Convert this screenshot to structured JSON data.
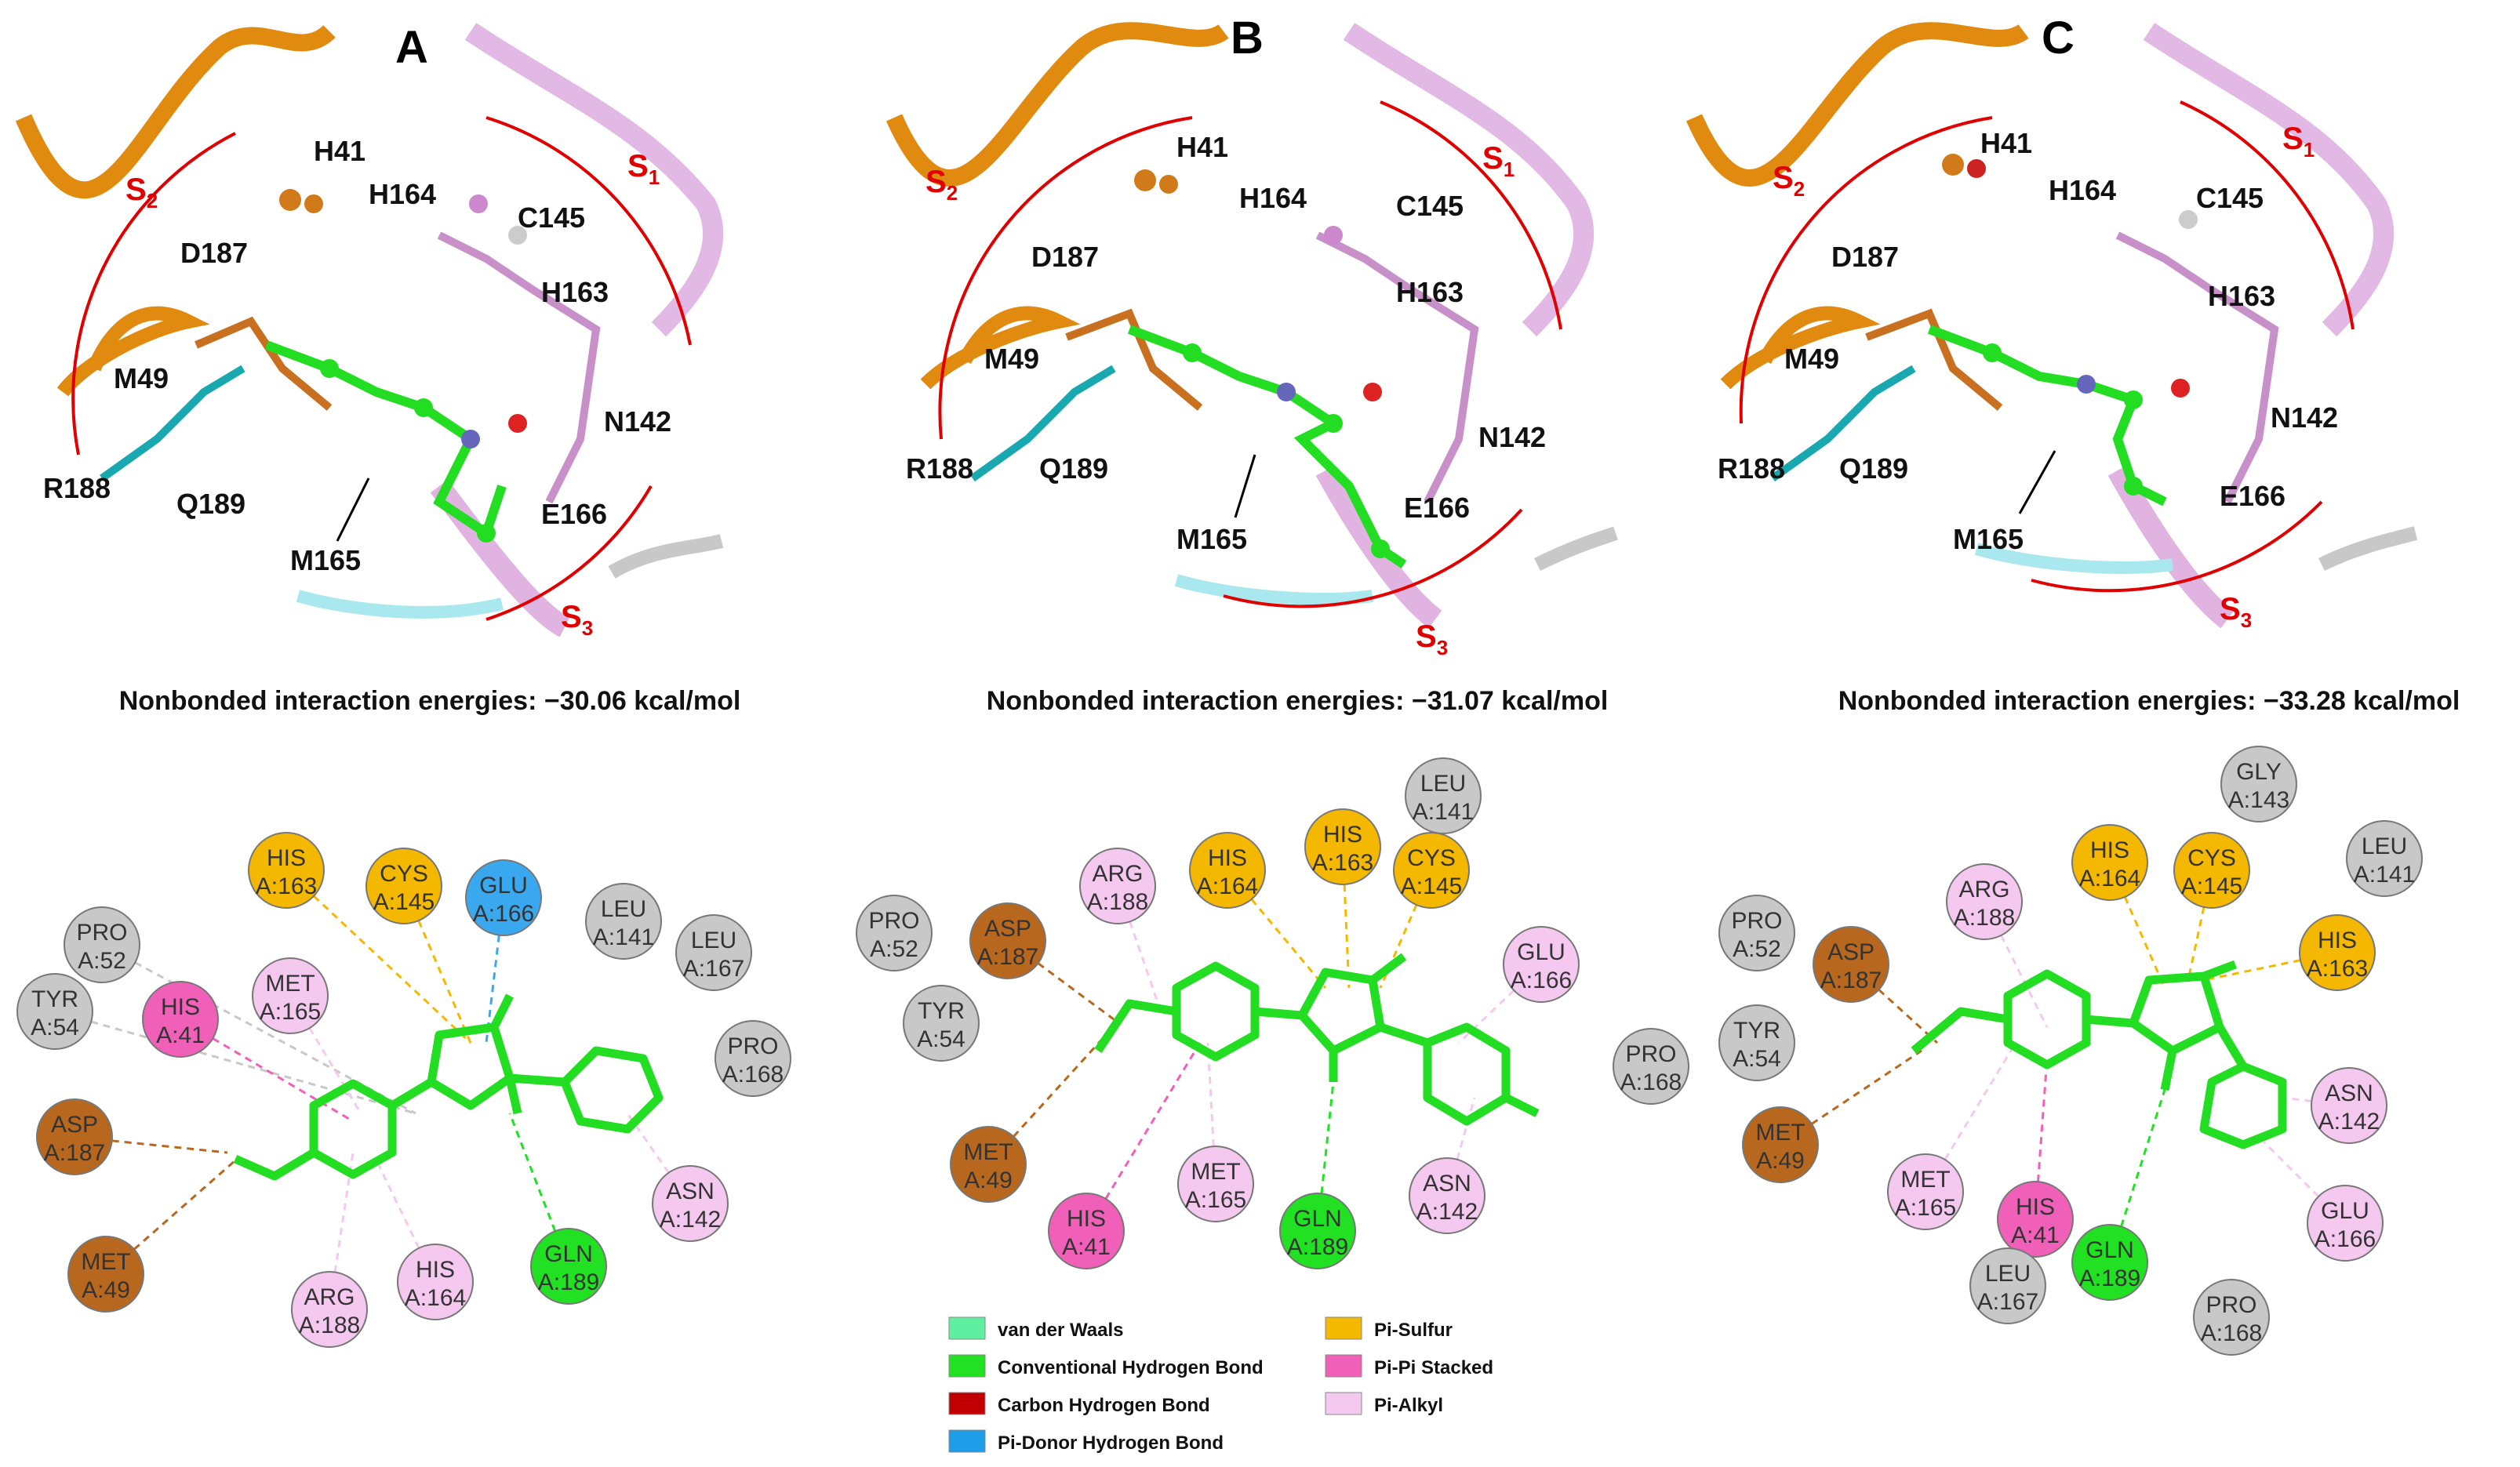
{
  "panels": [
    {
      "letter": "A",
      "energy": "Nonbonded interaction energies: −30.06 kcal/mol",
      "residues": [
        "H41",
        "H164",
        "C145",
        "D187",
        "H163",
        "M49",
        "N142",
        "R188",
        "Q189",
        "E166",
        "M165"
      ],
      "sites": [
        "S",
        "1",
        "S",
        "2",
        "S",
        "3"
      ],
      "nodes": [
        {
          "l1": "PRO",
          "l2": "A:52",
          "type": "vdw"
        },
        {
          "l1": "TYR",
          "l2": "A:54",
          "type": "vdw"
        },
        {
          "l1": "HIS",
          "l2": "A:163",
          "type": "pi_sulfur"
        },
        {
          "l1": "CYS",
          "l2": "A:145",
          "type": "pi_sulfur"
        },
        {
          "l1": "GLU",
          "l2": "A:166",
          "type": "pi_donor"
        },
        {
          "l1": "LEU",
          "l2": "A:141",
          "type": "vdw"
        },
        {
          "l1": "LEU",
          "l2": "A:167",
          "type": "vdw"
        },
        {
          "l1": "PRO",
          "l2": "A:168",
          "type": "vdw"
        },
        {
          "l1": "MET",
          "l2": "A:165",
          "type": "pi_alkyl"
        },
        {
          "l1": "HIS",
          "l2": "A:41",
          "type": "pi_pi"
        },
        {
          "l1": "ASP",
          "l2": "A:187",
          "type": "carbon_hb"
        },
        {
          "l1": "MET",
          "l2": "A:49",
          "type": "carbon_hb"
        },
        {
          "l1": "ARG",
          "l2": "A:188",
          "type": "pi_alkyl"
        },
        {
          "l1": "HIS",
          "l2": "A:164",
          "type": "pi_alkyl"
        },
        {
          "l1": "GLN",
          "l2": "A:189",
          "type": "conv_hb"
        },
        {
          "l1": "ASN",
          "l2": "A:142",
          "type": "pi_alkyl"
        }
      ]
    },
    {
      "letter": "B",
      "energy": "Nonbonded interaction energies: −31.07 kcal/mol",
      "residues": [
        "H41",
        "H164",
        "C145",
        "D187",
        "H163",
        "M49",
        "N142",
        "R188",
        "Q189",
        "E166",
        "M165"
      ],
      "sites": [
        "S",
        "1",
        "S",
        "2",
        "S",
        "3"
      ],
      "nodes": [
        {
          "l1": "PRO",
          "l2": "A:52",
          "type": "vdw"
        },
        {
          "l1": "ASP",
          "l2": "A:187",
          "type": "carbon_hb"
        },
        {
          "l1": "TYR",
          "l2": "A:54",
          "type": "vdw"
        },
        {
          "l1": "ARG",
          "l2": "A:188",
          "type": "pi_alkyl"
        },
        {
          "l1": "HIS",
          "l2": "A:164",
          "type": "pi_sulfur"
        },
        {
          "l1": "HIS",
          "l2": "A:163",
          "type": "pi_sulfur"
        },
        {
          "l1": "LEU",
          "l2": "A:141",
          "type": "vdw"
        },
        {
          "l1": "CYS",
          "l2": "A:145",
          "type": "pi_sulfur"
        },
        {
          "l1": "GLU",
          "l2": "A:166",
          "type": "pi_alkyl"
        },
        {
          "l1": "PRO",
          "l2": "A:168",
          "type": "vdw"
        },
        {
          "l1": "MET",
          "l2": "A:49",
          "type": "carbon_hb"
        },
        {
          "l1": "MET",
          "l2": "A:165",
          "type": "pi_alkyl"
        },
        {
          "l1": "HIS",
          "l2": "A:41",
          "type": "pi_pi"
        },
        {
          "l1": "GLN",
          "l2": "A:189",
          "type": "conv_hb"
        },
        {
          "l1": "ASN",
          "l2": "A:142",
          "type": "pi_alkyl"
        }
      ]
    },
    {
      "letter": "C",
      "energy": "Nonbonded interaction energies: −33.28 kcal/mol",
      "residues": [
        "H41",
        "H164",
        "C145",
        "D187",
        "H163",
        "M49",
        "N142",
        "R188",
        "Q189",
        "E166",
        "M165"
      ],
      "sites": [
        "S",
        "1",
        "S",
        "2",
        "S",
        "3"
      ],
      "nodes": [
        {
          "l1": "GLY",
          "l2": "A:143",
          "type": "vdw"
        },
        {
          "l1": "LEU",
          "l2": "A:141",
          "type": "vdw"
        },
        {
          "l1": "PRO",
          "l2": "A:52",
          "type": "vdw"
        },
        {
          "l1": "ASP",
          "l2": "A:187",
          "type": "carbon_hb"
        },
        {
          "l1": "ARG",
          "l2": "A:188",
          "type": "pi_alkyl"
        },
        {
          "l1": "HIS",
          "l2": "A:164",
          "type": "pi_sulfur"
        },
        {
          "l1": "CYS",
          "l2": "A:145",
          "type": "pi_sulfur"
        },
        {
          "l1": "HIS",
          "l2": "A:163",
          "type": "pi_sulfur"
        },
        {
          "l1": "TYR",
          "l2": "A:54",
          "type": "vdw"
        },
        {
          "l1": "ASN",
          "l2": "A:142",
          "type": "pi_alkyl"
        },
        {
          "l1": "MET",
          "l2": "A:49",
          "type": "carbon_hb"
        },
        {
          "l1": "MET",
          "l2": "A:165",
          "type": "pi_alkyl"
        },
        {
          "l1": "HIS",
          "l2": "A:41",
          "type": "pi_pi"
        },
        {
          "l1": "GLU",
          "l2": "A:166",
          "type": "pi_alkyl"
        },
        {
          "l1": "LEU",
          "l2": "A:167",
          "type": "vdw"
        },
        {
          "l1": "GLN",
          "l2": "A:189",
          "type": "conv_hb"
        },
        {
          "l1": "PRO",
          "l2": "A:168",
          "type": "vdw"
        }
      ]
    }
  ],
  "legend": [
    {
      "label": "van der Waals",
      "color": "#5ef0a0",
      "type": "vdw_legend"
    },
    {
      "label": "Conventional Hydrogen Bond",
      "color": "#22e022",
      "type": "conv_hb"
    },
    {
      "label": "Carbon Hydrogen Bond",
      "color": "#c00000",
      "type": "carbon_hb_legend"
    },
    {
      "label": "Pi-Donor Hydrogen Bond",
      "color": "#1e9de8",
      "type": "pi_donor"
    },
    {
      "label": "Pi-Sulfur",
      "color": "#f5b800",
      "type": "pi_sulfur"
    },
    {
      "label": "Pi-Pi Stacked",
      "color": "#f060b8",
      "type": "pi_pi"
    },
    {
      "label": "Pi-Alkyl",
      "color": "#f5c8f0",
      "type": "pi_alkyl"
    }
  ],
  "colors": {
    "vdw": "#c8c8c8",
    "pi_sulfur": "#f5b800",
    "pi_donor": "#3aa8ee",
    "pi_alkyl": "#f5c8f0",
    "pi_pi": "#f060b8",
    "carbon_hb": "#b8681e",
    "conv_hb": "#22e022",
    "site_arc": "#e00000",
    "ligand": "#22dd22",
    "ribbon_orange": "#e08a10",
    "ribbon_pink": "#d8a0d8",
    "stick_cyan": "#1aa8b0",
    "stick_pink": "#c890c8"
  }
}
